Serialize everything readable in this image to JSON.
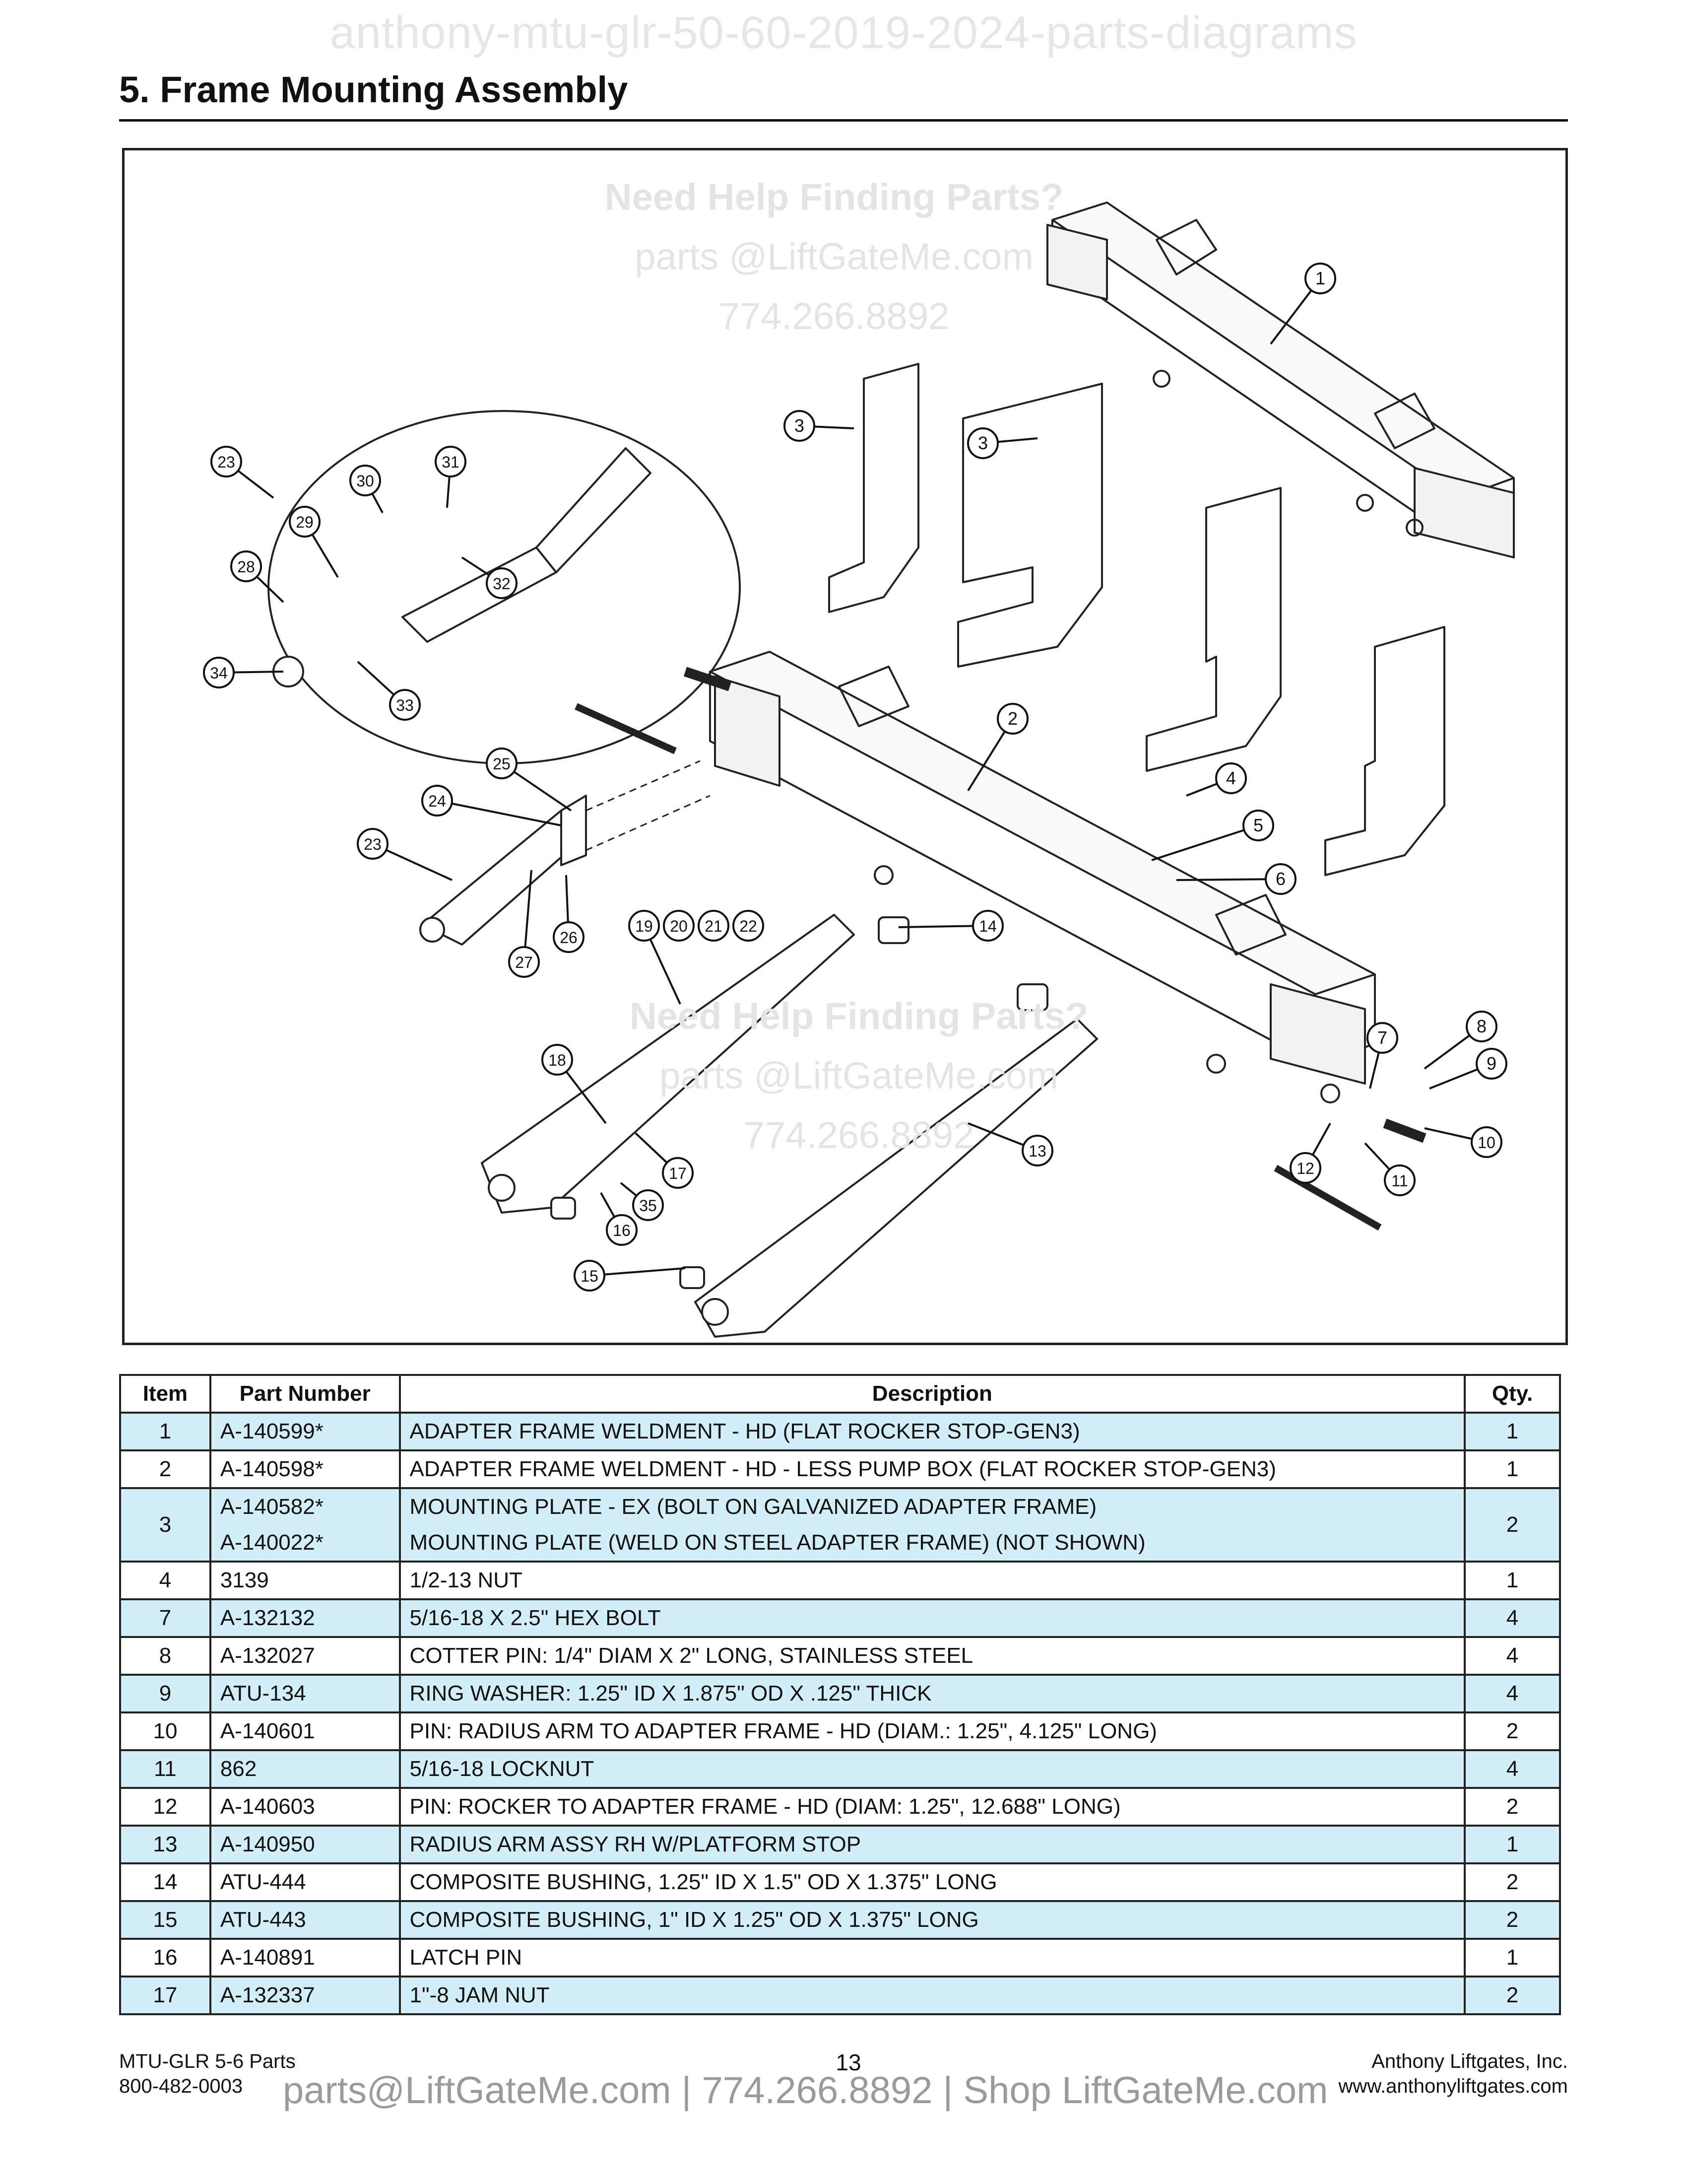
{
  "watermark_top": "anthony-mtu-glr-50-60-2019-2024-parts-diagrams",
  "title": "5.   Frame Mounting Assembly",
  "diagram": {
    "watermark_lines": [
      "Need Help Finding Parts?",
      "parts @LiftGateMe.com",
      "774.266.8892"
    ],
    "callouts": [
      "1",
      "2",
      "3",
      "3",
      "4",
      "5",
      "6",
      "7",
      "8",
      "9",
      "10",
      "11",
      "12",
      "13",
      "14",
      "15",
      "16",
      "17",
      "18",
      "19",
      "20",
      "21",
      "22",
      "23",
      "23",
      "24",
      "25",
      "26",
      "27",
      "28",
      "29",
      "30",
      "31",
      "32",
      "33",
      "34",
      "35"
    ]
  },
  "table": {
    "headers": [
      "Item",
      "Part Number",
      "Description",
      "Qty."
    ],
    "rows": [
      {
        "item": "1",
        "parts": [
          "A-140599*"
        ],
        "descs": [
          "ADAPTER FRAME WELDMENT - HD (FLAT ROCKER STOP-GEN3)"
        ],
        "qty": "1"
      },
      {
        "item": "2",
        "parts": [
          "A-140598*"
        ],
        "descs": [
          "ADAPTER FRAME WELDMENT - HD - LESS PUMP BOX (FLAT ROCKER STOP-GEN3)"
        ],
        "qty": "1"
      },
      {
        "item": "3",
        "parts": [
          "A-140582*",
          "A-140022*"
        ],
        "descs": [
          "MOUNTING PLATE - EX (BOLT ON GALVANIZED ADAPTER FRAME)",
          "MOUNTING PLATE (WELD ON STEEL ADAPTER FRAME) (NOT SHOWN)"
        ],
        "qty": "2"
      },
      {
        "item": "4",
        "parts": [
          "3139"
        ],
        "descs": [
          "1/2-13 NUT"
        ],
        "qty": "1"
      },
      {
        "item": "7",
        "parts": [
          "A-132132"
        ],
        "descs": [
          "5/16-18 X 2.5\" HEX BOLT"
        ],
        "qty": "4"
      },
      {
        "item": "8",
        "parts": [
          "A-132027"
        ],
        "descs": [
          "COTTER PIN: 1/4\" DIAM X 2\" LONG, STAINLESS STEEL"
        ],
        "qty": "4"
      },
      {
        "item": "9",
        "parts": [
          "ATU-134"
        ],
        "descs": [
          "RING WASHER: 1.25\" ID X 1.875\" OD X .125\" THICK"
        ],
        "qty": "4"
      },
      {
        "item": "10",
        "parts": [
          "A-140601"
        ],
        "descs": [
          "PIN: RADIUS ARM TO ADAPTER FRAME - HD (DIAM.: 1.25\", 4.125\" LONG)"
        ],
        "qty": "2"
      },
      {
        "item": "11",
        "parts": [
          "862"
        ],
        "descs": [
          "5/16-18 LOCKNUT"
        ],
        "qty": "4"
      },
      {
        "item": "12",
        "parts": [
          "A-140603"
        ],
        "descs": [
          "PIN: ROCKER TO ADAPTER FRAME - HD (DIAM: 1.25\", 12.688\" LONG)"
        ],
        "qty": "2"
      },
      {
        "item": "13",
        "parts": [
          "A-140950"
        ],
        "descs": [
          "RADIUS ARM ASSY RH W/PLATFORM STOP"
        ],
        "qty": "1"
      },
      {
        "item": "14",
        "parts": [
          "ATU-444"
        ],
        "descs": [
          "COMPOSITE BUSHING, 1.25\" ID X 1.5\" OD X 1.375\" LONG"
        ],
        "qty": "2"
      },
      {
        "item": "15",
        "parts": [
          "ATU-443"
        ],
        "descs": [
          "COMPOSITE BUSHING, 1\" ID X 1.25\" OD X 1.375\" LONG"
        ],
        "qty": "2"
      },
      {
        "item": "16",
        "parts": [
          "A-140891"
        ],
        "descs": [
          "LATCH PIN"
        ],
        "qty": "1"
      },
      {
        "item": "17",
        "parts": [
          "A-132337"
        ],
        "descs": [
          "1\"-8 JAM NUT"
        ],
        "qty": "2"
      }
    ]
  },
  "footer": {
    "left_line1": "MTU-GLR 5-6 Parts",
    "left_line2": "800-482-0003",
    "page_number": "13",
    "right_line1": "Anthony Liftgates, Inc.",
    "right_line2": "www.anthonyliftgates.com",
    "watermark": "parts@LiftGateMe.com | 774.266.8892 | Shop LiftGateMe.com"
  }
}
